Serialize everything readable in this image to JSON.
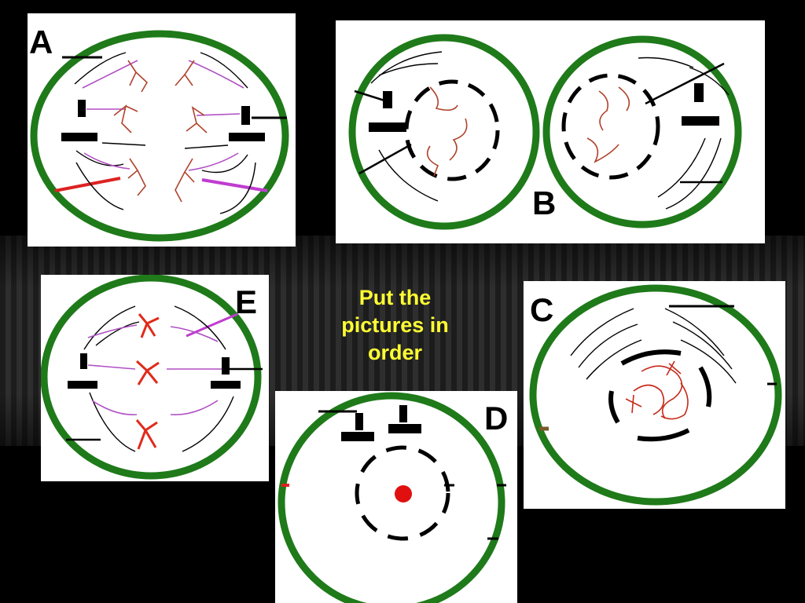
{
  "slide": {
    "instruction": [
      "Put the",
      "pictures in",
      "order"
    ]
  },
  "cells": [
    {
      "letter": "A"
    },
    {
      "letter": "B"
    },
    {
      "letter": "C"
    },
    {
      "letter": "D"
    },
    {
      "letter": "E"
    }
  ],
  "colors": {
    "membrane": "#1f7a1a",
    "chromosome": "#b0432c",
    "spindle": "#b04fc4",
    "instruction_text": "#ffff33"
  }
}
